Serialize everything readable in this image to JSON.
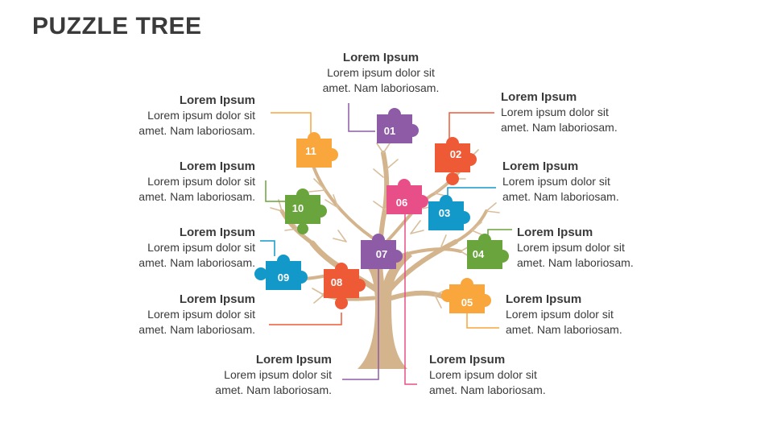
{
  "title": "PUZZLE TREE",
  "colors": {
    "purple": "#8e5ba7",
    "red": "#ee5a36",
    "blue": "#1299c9",
    "green": "#6aa43c",
    "orange": "#f9a63c",
    "pink": "#e84e87",
    "trunk": "#d4b48c"
  },
  "pieces": [
    {
      "num": "01",
      "heading": "Lorem Ipsum",
      "line1": "Lorem ipsum dolor sit",
      "line2": "amet. Nam laboriosam."
    },
    {
      "num": "02",
      "heading": "Lorem Ipsum",
      "line1": "Lorem ipsum dolor sit",
      "line2": "amet. Nam laboriosam."
    },
    {
      "num": "03",
      "heading": "Lorem Ipsum",
      "line1": "Lorem ipsum dolor sit",
      "line2": "amet. Nam laboriosam."
    },
    {
      "num": "04",
      "heading": "Lorem Ipsum",
      "line1": "Lorem ipsum dolor sit",
      "line2": "amet. Nam laboriosam."
    },
    {
      "num": "05",
      "heading": "Lorem Ipsum",
      "line1": "Lorem ipsum dolor sit",
      "line2": "amet. Nam laboriosam."
    },
    {
      "num": "06",
      "heading": "Lorem Ipsum",
      "line1": "Lorem ipsum dolor sit",
      "line2": "amet. Nam laboriosam."
    },
    {
      "num": "07",
      "heading": "Lorem Ipsum",
      "line1": "Lorem ipsum dolor sit",
      "line2": "amet. Nam laboriosam."
    },
    {
      "num": "08",
      "heading": "Lorem Ipsum",
      "line1": "Lorem ipsum dolor sit",
      "line2": "amet. Nam laboriosam."
    },
    {
      "num": "09",
      "heading": "Lorem Ipsum",
      "line1": "Lorem ipsum dolor sit",
      "line2": "amet. Nam laboriosam."
    },
    {
      "num": "10",
      "heading": "Lorem Ipsum",
      "line1": "Lorem ipsum dolor sit",
      "line2": "amet. Nam laboriosam."
    },
    {
      "num": "11",
      "heading": "Lorem Ipsum",
      "line1": "Lorem ipsum dolor sit",
      "line2": "amet. Nam laboriosam."
    }
  ]
}
